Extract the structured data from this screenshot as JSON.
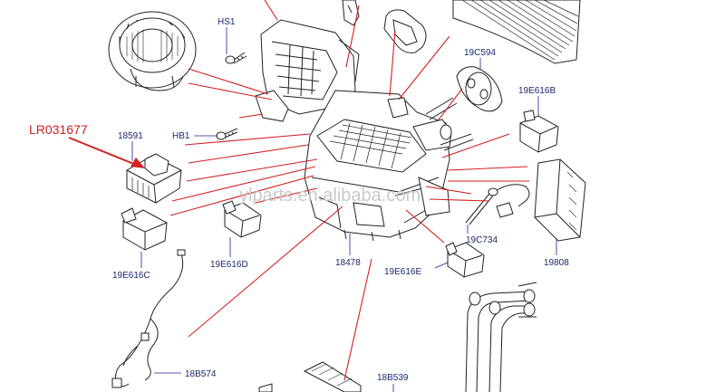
{
  "reference_number": "LR031677",
  "watermark": "ylparts.en.alibaba.com",
  "labels": {
    "hs1": "HS1",
    "hb1": "HB1",
    "p18591": "18591",
    "p19c594": "19C594",
    "p19e616b": "19E616B",
    "p19e616c": "19E616C",
    "p19e616d": "19E616D",
    "p18478": "18478",
    "p19c734": "19C734",
    "p19e616e": "19E616E",
    "p19808": "19808",
    "p18b574": "18B574",
    "p18b539": "18B539"
  },
  "colors": {
    "leader_red": "#d42020",
    "label_blue": "#1a2a6c",
    "reference_red": "#cc1f1f",
    "line_art": "#222222"
  }
}
